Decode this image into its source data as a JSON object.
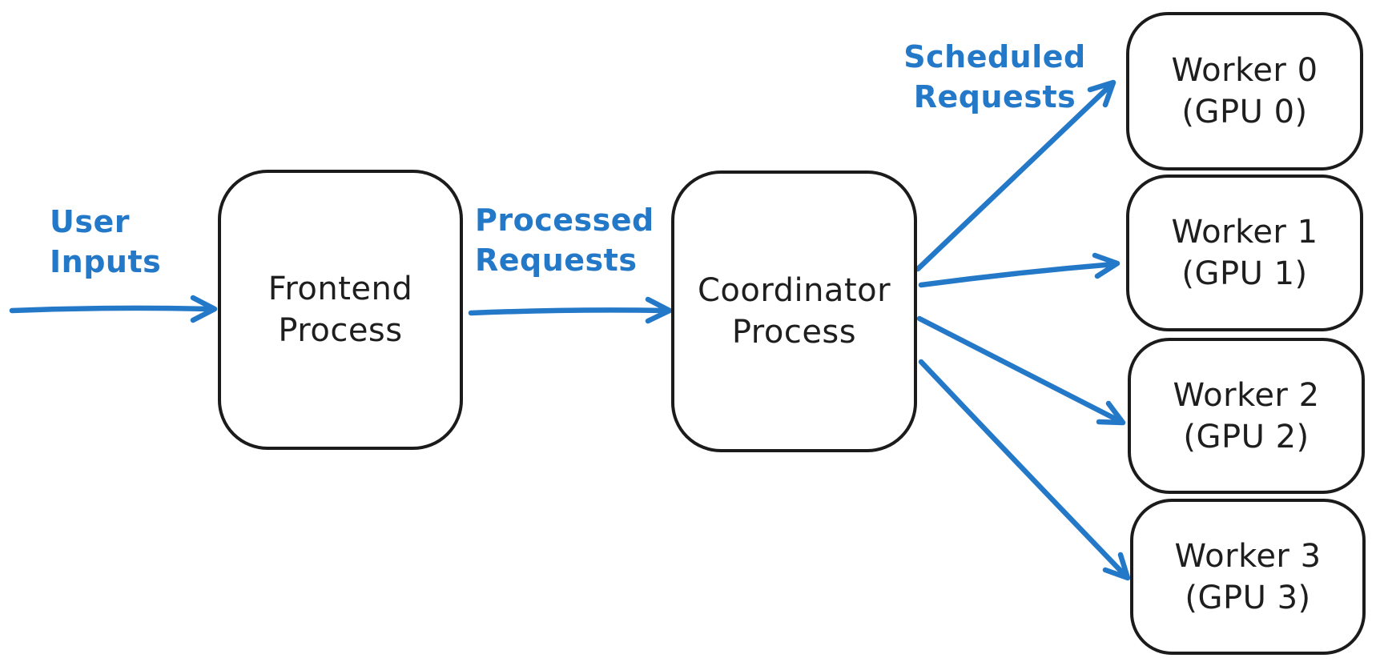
{
  "diagram_type": "flow-diagram",
  "colors": {
    "accent_blue": "#2478c8",
    "ink": "#1b1b1b",
    "background": "#ffffff"
  },
  "nodes": [
    {
      "id": "frontend-process",
      "line1": "Frontend",
      "line2": "Process"
    },
    {
      "id": "coordinator-process",
      "line1": "Coordinator",
      "line2": "Process"
    },
    {
      "id": "worker-0",
      "line1": "Worker 0",
      "line2": "(GPU 0)"
    },
    {
      "id": "worker-1",
      "line1": "Worker 1",
      "line2": "(GPU 1)"
    },
    {
      "id": "worker-2",
      "line1": "Worker 2",
      "line2": "(GPU 2)"
    },
    {
      "id": "worker-3",
      "line1": "Worker 3",
      "line2": "(GPU 3)"
    }
  ],
  "edge_labels": [
    {
      "id": "user-inputs",
      "line1": "User",
      "line2": "Inputs"
    },
    {
      "id": "processed-requests",
      "line1": "Processed",
      "line2": "Requests"
    },
    {
      "id": "scheduled-requests",
      "line1": "Scheduled",
      "line2": "Requests"
    }
  ],
  "connections": [
    {
      "from": "user",
      "to": "frontend-process",
      "label": "User Inputs"
    },
    {
      "from": "frontend-process",
      "to": "coordinator-process",
      "label": "Processed Requests"
    },
    {
      "from": "coordinator-process",
      "to": "worker-0",
      "label": "Scheduled Requests"
    },
    {
      "from": "coordinator-process",
      "to": "worker-1",
      "label": "Scheduled Requests"
    },
    {
      "from": "coordinator-process",
      "to": "worker-2",
      "label": "Scheduled Requests"
    },
    {
      "from": "coordinator-process",
      "to": "worker-3",
      "label": "Scheduled Requests"
    }
  ]
}
